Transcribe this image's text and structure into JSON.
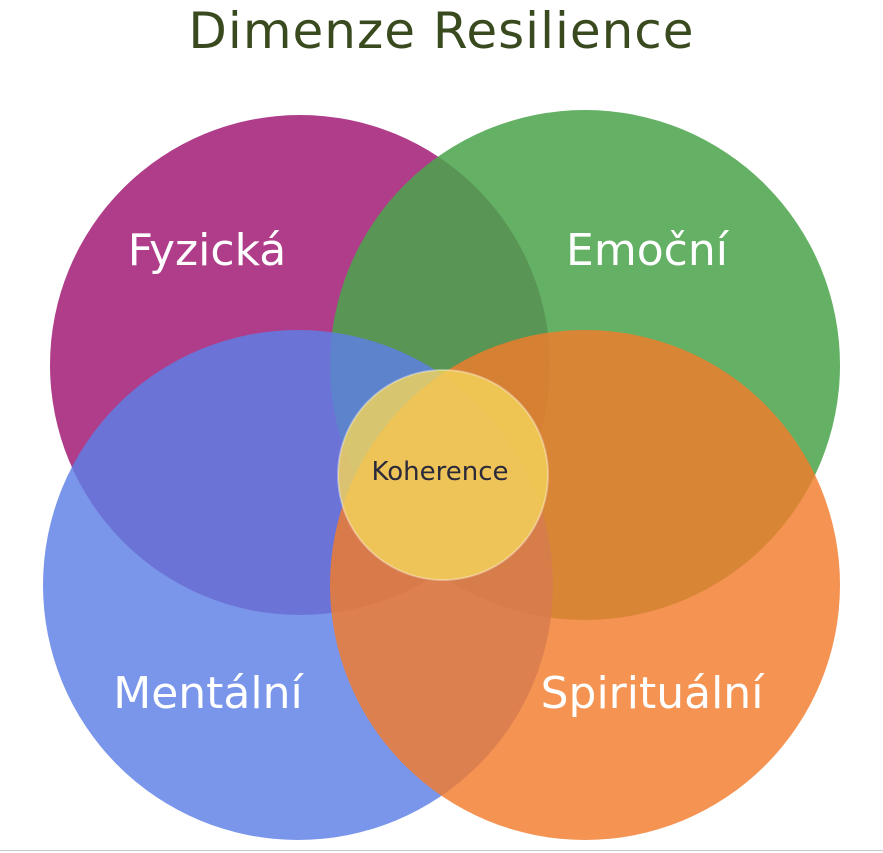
{
  "title": "Dimenze Resilience",
  "circles": [
    {
      "id": "fyzicka",
      "label": "Fyzická",
      "color": "#a7287d"
    },
    {
      "id": "emocni",
      "label": "Emoční",
      "color": "#4aa44c"
    },
    {
      "id": "mentalni",
      "label": "Mentální",
      "color": "#5d7fe6"
    },
    {
      "id": "spiritualni",
      "label": "Spirituální",
      "color": "#f27b2c"
    }
  ],
  "center": {
    "label": "Koherence",
    "color": "#f3d35a"
  }
}
